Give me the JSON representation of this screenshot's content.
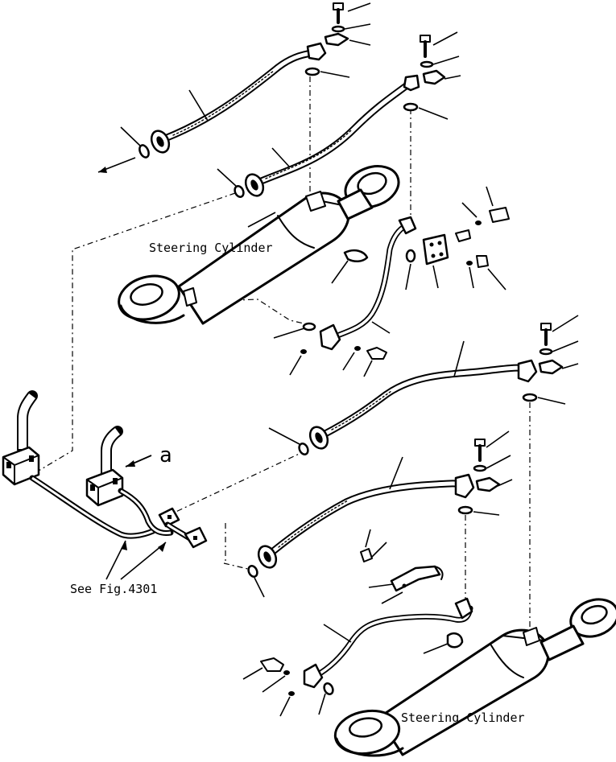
{
  "diagram": {
    "labels": {
      "steering_cylinder_upper": "Steering Cylinder",
      "steering_cylinder_lower": "Steering Cylinder",
      "see_fig": "See Fig.4301",
      "callout_a": "a"
    },
    "parts": [
      "hydraulic-hose",
      "tube",
      "o-ring",
      "bolt",
      "washer",
      "split-flange",
      "bracket",
      "nut",
      "steering-cylinder",
      "valve-block"
    ]
  }
}
